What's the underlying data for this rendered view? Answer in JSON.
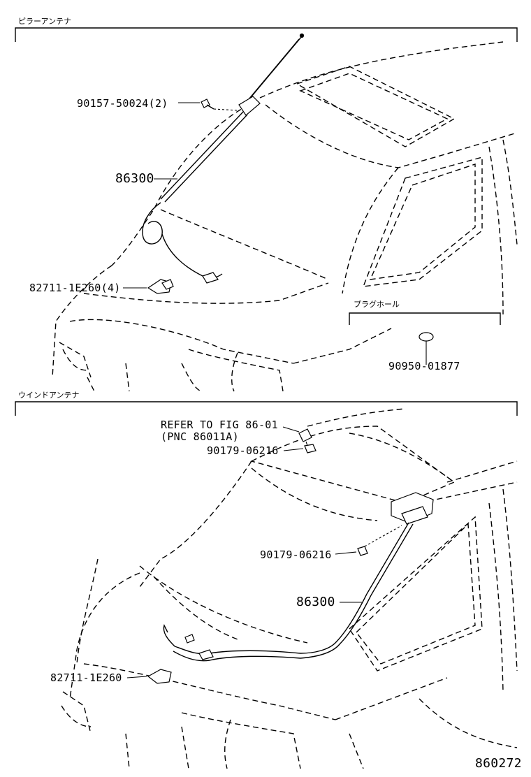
{
  "sections": [
    {
      "title": "ピラーアンテナ",
      "labels": [
        "90157-50024(2)",
        "86300",
        "82711-1E260(4)"
      ],
      "sub_section": {
        "title": "プラグホール",
        "labels": [
          "90950-01877"
        ]
      }
    },
    {
      "title": "ウインドアンテナ",
      "labels": [
        "REFER TO FIG 86-01",
        "(PNC 86011A)",
        "90179-06216",
        "90179-06216",
        "86300",
        "82711-1E260"
      ]
    }
  ],
  "figure_number": "860272"
}
